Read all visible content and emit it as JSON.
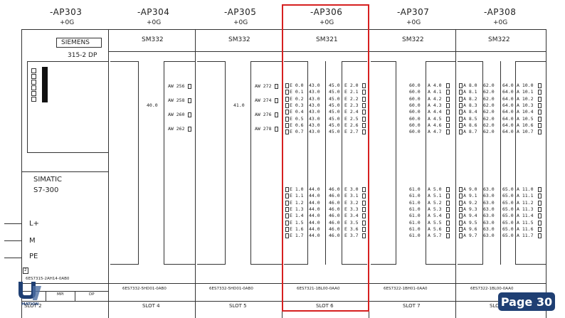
{
  "aps": [
    {
      "id": "-AP303",
      "loc": "+0G",
      "slot": "SLOT 2",
      "module": "",
      "order": "6ES7315-2AH14-0AB0"
    },
    {
      "id": "-AP304",
      "loc": "+0G",
      "slot": "SLOT 4",
      "module": "SM332",
      "order": "6ES7332-5HD01-0AB0"
    },
    {
      "id": "-AP305",
      "loc": "+0G",
      "slot": "SLOT 5",
      "module": "SM332",
      "order": "6ES7332-5HD01-0AB0"
    },
    {
      "id": "-AP306",
      "loc": "+0G",
      "slot": "SLOT 6",
      "module": "SM321",
      "order": "6ES7321-1BL00-0AA0"
    },
    {
      "id": "-AP307",
      "loc": "+0G",
      "slot": "SLOT 7",
      "module": "SM322",
      "order": "6ES7322-1BH01-0AA0"
    },
    {
      "id": "-AP308",
      "loc": "+0G",
      "slot": "SLOT 8",
      "module": "SM322",
      "order": "6ES7322-1BL00-0AA0"
    }
  ],
  "cpu": {
    "brand": "SIEMENS",
    "model": "315-2 DP",
    "line1": "SIMATIC",
    "line2": "S7-300",
    "mpi": "MPI",
    "dp": "DP",
    "small_box": "2"
  },
  "power": {
    "l": "L+",
    "m": "M",
    "pe": "PE"
  },
  "ao304": {
    "center": "40.0",
    "addrs": [
      "AW 256",
      "AW 258",
      "AW 260",
      "AW 262"
    ]
  },
  "ao305": {
    "center": "41.0",
    "addrs": [
      "AW 272",
      "AW 274",
      "AW 276",
      "AW 278"
    ]
  },
  "di306": {
    "top": {
      "left_addr": [
        "E 0.0",
        "E 0.1",
        "E 0.2",
        "E 0.3",
        "E 0.4",
        "E 0.5",
        "E 0.6",
        "E 0.7"
      ],
      "left_num": [
        "43.0",
        "43.0",
        "43.0",
        "43.0",
        "43.0",
        "43.0",
        "43.0",
        "43.0"
      ],
      "right_num": [
        "45.0",
        "45.0",
        "45.0",
        "45.0",
        "45.0",
        "45.0",
        "45.0",
        "45.0"
      ],
      "right_addr": [
        "E 2.0",
        "E 2.1",
        "E 2.2",
        "E 2.3",
        "E 2.4",
        "E 2.5",
        "E 2.6",
        "E 2.7"
      ]
    },
    "bottom": {
      "left_addr": [
        "E 1.0",
        "E 1.1",
        "E 1.2",
        "E 1.3",
        "E 1.4",
        "E 1.5",
        "E 1.6",
        "E 1.7"
      ],
      "left_num": [
        "44.0",
        "44.0",
        "44.0",
        "44.0",
        "44.0",
        "44.0",
        "44.0",
        "44.0"
      ],
      "right_num": [
        "46.0",
        "46.0",
        "46.0",
        "46.0",
        "46.0",
        "46.0",
        "46.0",
        "46.0"
      ],
      "right_addr": [
        "E 3.0",
        "E 3.1",
        "E 3.2",
        "E 3.3",
        "E 3.4",
        "E 3.5",
        "E 3.6",
        "E 3.7"
      ]
    }
  },
  "do307": {
    "top": {
      "num": [
        "60.0",
        "60.0",
        "60.0",
        "60.0",
        "60.0",
        "60.0",
        "60.0",
        "60.0"
      ],
      "addr": [
        "A 4.0",
        "A 4.1",
        "A 4.2",
        "A 4.3",
        "A 4.4",
        "A 4.5",
        "A 4.6",
        "A 4.7"
      ]
    },
    "bottom": {
      "num": [
        "61.0",
        "61.0",
        "61.0",
        "61.0",
        "61.0",
        "61.0",
        "61.0",
        "61.0"
      ],
      "addr": [
        "A 5.0",
        "A 5.1",
        "A 5.2",
        "A 5.3",
        "A 5.4",
        "A 5.5",
        "A 5.6",
        "A 5.7"
      ]
    }
  },
  "do308": {
    "top": {
      "left_addr": [
        "A 8.0",
        "A 8.1",
        "A 8.2",
        "A 8.3",
        "A 8.4",
        "A 8.5",
        "A 8.6",
        "A 8.7"
      ],
      "left_num": [
        "62.0",
        "62.0",
        "62.0",
        "62.0",
        "62.0",
        "62.0",
        "62.0",
        "62.0"
      ],
      "right_num": [
        "64.0",
        "64.0",
        "64.0",
        "64.0",
        "64.0",
        "64.0",
        "64.0",
        "64.0"
      ],
      "right_addr": [
        "A 10.0",
        "A 10.1",
        "A 10.2",
        "A 10.3",
        "A 10.4",
        "A 10.5",
        "A 10.6",
        "A 10.7"
      ]
    },
    "bottom": {
      "left_addr": [
        "A 9.0",
        "A 9.1",
        "A 9.2",
        "A 9.3",
        "A 9.4",
        "A 9.5",
        "A 9.6",
        "A 9.7"
      ],
      "left_num": [
        "63.0",
        "63.0",
        "63.0",
        "63.0",
        "63.0",
        "63.0",
        "63.0",
        "63.0"
      ],
      "right_num": [
        "65.0",
        "65.0",
        "65.0",
        "65.0",
        "65.0",
        "65.0",
        "65.0",
        "65.0"
      ],
      "right_addr": [
        "A 11.0",
        "A 11.1",
        "A 11.2",
        "A 11.3",
        "A 11.4",
        "A 11.5",
        "A 11.6",
        "A 11.7"
      ]
    }
  },
  "highlight_color": "#d62020",
  "page_label": "Page 30",
  "logo_text": "MATION"
}
